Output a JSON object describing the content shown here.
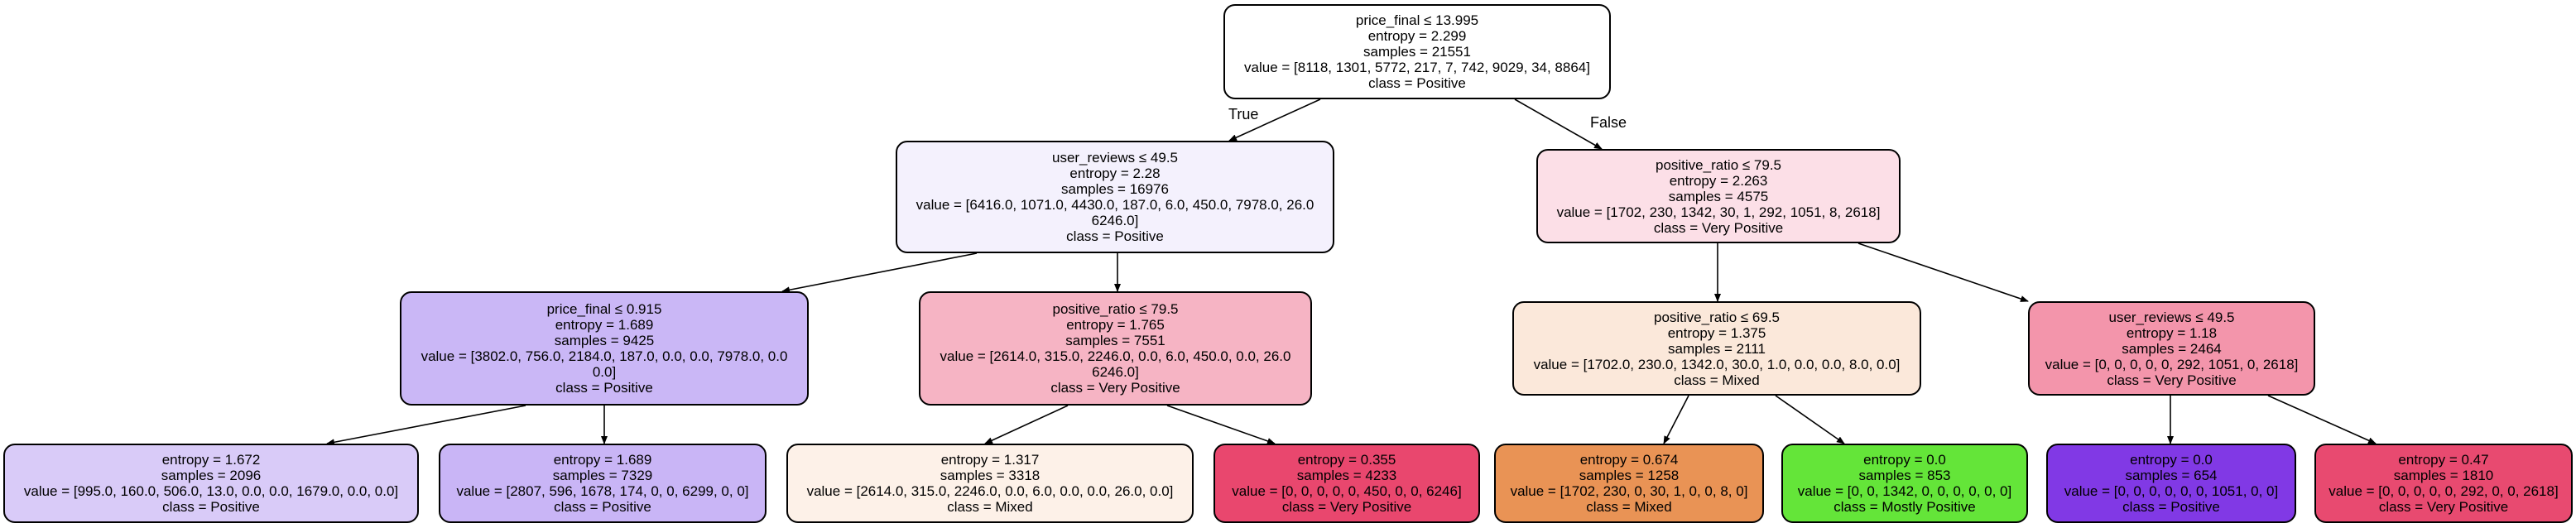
{
  "edge_labels": {
    "true": "True",
    "false": "False"
  },
  "nodes": {
    "n0": {
      "split": "price_final ≤ 13.995",
      "entropy": "entropy = 2.299",
      "samples": "samples = 21551",
      "value_1": "value = [8118, 1301, 5772, 217, 7, 742, 9029, 34, 8864]",
      "value_2": "",
      "class": "class = Positive",
      "color": "#ffffff"
    },
    "n1": {
      "split": "user_reviews ≤ 49.5",
      "entropy": "entropy = 2.28",
      "samples": "samples = 16976",
      "value_1": "value = [6416.0, 1071.0, 4430.0, 187.0, 6.0, 450.0, 7978.0, 26.0",
      "value_2": "6246.0]",
      "class": "class = Positive",
      "color": "#f4f1fd"
    },
    "n2": {
      "split": "positive_ratio ≤ 79.5",
      "entropy": "entropy = 2.263",
      "samples": "samples = 4575",
      "value_1": "value = [1702, 230, 1342, 30, 1, 292, 1051, 8, 2618]",
      "value_2": "",
      "class": "class = Very Positive",
      "color": "#fcdfe7"
    },
    "n3": {
      "split": "price_final ≤ 0.915",
      "entropy": "entropy = 1.689",
      "samples": "samples = 9425",
      "value_1": "value = [3802.0, 756.0, 2184.0, 187.0, 0.0, 0.0, 7978.0, 0.0",
      "value_2": "0.0]",
      "class": "class = Positive",
      "color": "#cab7f6"
    },
    "n4": {
      "split": "positive_ratio ≤ 79.5",
      "entropy": "entropy = 1.765",
      "samples": "samples = 7551",
      "value_1": "value = [2614.0, 315.0, 2246.0, 0.0, 6.0, 450.0, 0.0, 26.0",
      "value_2": "6246.0]",
      "class": "class = Very Positive",
      "color": "#f6b4c4"
    },
    "n5": {
      "split": "positive_ratio ≤ 69.5",
      "entropy": "entropy = 1.375",
      "samples": "samples = 2111",
      "value_1": "value = [1702.0, 230.0, 1342.0, 30.0, 1.0, 0.0, 0.0, 8.0, 0.0]",
      "value_2": "",
      "class": "class = Mixed",
      "color": "#fbe8da"
    },
    "n6": {
      "split": "user_reviews ≤ 49.5",
      "entropy": "entropy = 1.18",
      "samples": "samples = 2464",
      "value_1": "value = [0, 0, 0, 0, 0, 292, 1051, 0, 2618]",
      "value_2": "",
      "class": "class = Very Positive",
      "color": "#f395ab"
    },
    "n7": {
      "split": "",
      "entropy": "entropy = 1.672",
      "samples": "samples = 2096",
      "value_1": "value = [995.0, 160.0, 506.0, 13.0, 0.0, 0.0, 1679.0, 0.0, 0.0]",
      "value_2": "",
      "class": "class = Positive",
      "color": "#d9cbf8"
    },
    "n8": {
      "split": "",
      "entropy": "entropy = 1.689",
      "samples": "samples = 7329",
      "value_1": "value = [2807, 596, 1678, 174, 0, 0, 6299, 0, 0]",
      "value_2": "",
      "class": "class = Positive",
      "color": "#c9b5f6"
    },
    "n9": {
      "split": "",
      "entropy": "entropy = 1.317",
      "samples": "samples = 3318",
      "value_1": "value = [2614.0, 315.0, 2246.0, 0.0, 6.0, 0.0, 0.0, 26.0, 0.0]",
      "value_2": "",
      "class": "class = Mixed",
      "color": "#fdf1e8"
    },
    "n10": {
      "split": "",
      "entropy": "entropy = 0.355",
      "samples": "samples = 4233",
      "value_1": "value = [0, 0, 0, 0, 0, 450, 0, 0, 6246]",
      "value_2": "",
      "class": "class = Very Positive",
      "color": "#e9476e"
    },
    "n11": {
      "split": "",
      "entropy": "entropy = 0.674",
      "samples": "samples = 1258",
      "value_1": "value = [1702, 230, 0, 30, 1, 0, 0, 8, 0]",
      "value_2": "",
      "class": "class = Mixed",
      "color": "#e99355"
    },
    "n12": {
      "split": "",
      "entropy": "entropy = 0.0",
      "samples": "samples = 853",
      "value_1": "value = [0, 0, 1342, 0, 0, 0, 0, 0, 0]",
      "value_2": "",
      "class": "class = Mostly Positive",
      "color": "#64e539"
    },
    "n13": {
      "split": "",
      "entropy": "entropy = 0.0",
      "samples": "samples = 654",
      "value_1": "value = [0, 0, 0, 0, 0, 0, 1051, 0, 0]",
      "value_2": "",
      "class": "class = Positive",
      "color": "#8139e5"
    },
    "n14": {
      "split": "",
      "entropy": "entropy = 0.47",
      "samples": "samples = 1810",
      "value_1": "value = [0, 0, 0, 0, 0, 292, 0, 0, 2618]",
      "value_2": "",
      "class": "class = Very Positive",
      "color": "#e84a70"
    }
  }
}
